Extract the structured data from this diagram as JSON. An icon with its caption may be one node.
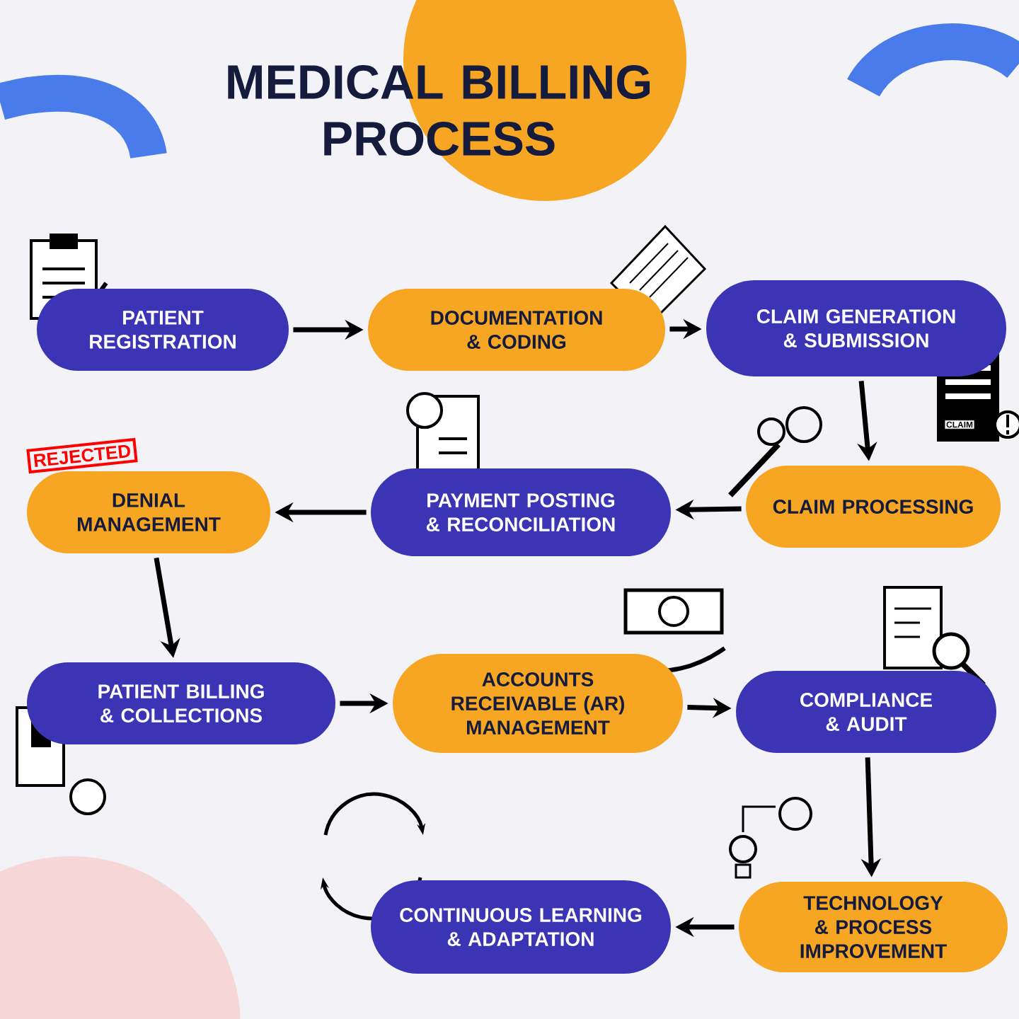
{
  "diagram": {
    "title": "MEDICAL BILLING PROCESS",
    "nodes": [
      {
        "text": [
          "PATIENT REGISTRATION"
        ]
      },
      {
        "text": [
          "DOCUMENTATION & CODING"
        ]
      },
      {
        "text": [
          "CLAIM GENERATION & SUBMISSION"
        ]
      },
      {
        "text": [
          "CLAIM PROCESSING"
        ]
      },
      {
        "text": [
          "PAYMENT POSTING & RECONCILIATION"
        ]
      },
      {
        "text": [
          "DENIAL MANAGEMENT"
        ]
      },
      {
        "text": [
          "PATIENT BILLING & COLLECTIONS"
        ]
      },
      {
        "text": [
          "ACCOUNTS RECEIVABLE (AR) MANAGEMENT"
        ]
      },
      {
        "text": [
          "COMPLIANCE & AUDIT"
        ]
      },
      {
        "text": [
          "TECHNOLOGY & PROCESS IMPROVEMENT"
        ]
      },
      {
        "text": [
          "CONTINUOUS LEARNING & ADAPTATION"
        ]
      }
    ],
    "edges": [
      {
        "from": 0,
        "to": 1,
        "arrow": "to"
      },
      {
        "from": 1,
        "to": 2,
        "arrow": "to"
      },
      {
        "from": 2,
        "to": 3,
        "arrow": "to"
      },
      {
        "from": 3,
        "to": 4,
        "arrow": "to"
      },
      {
        "from": 4,
        "to": 5,
        "arrow": "to"
      },
      {
        "from": 5,
        "to": 6,
        "arrow": "to"
      },
      {
        "from": 6,
        "to": 7,
        "arrow": "to"
      },
      {
        "from": 7,
        "to": 8,
        "arrow": "to"
      },
      {
        "from": 8,
        "to": 9,
        "arrow": "to"
      },
      {
        "from": 9,
        "to": 10,
        "arrow": "to"
      }
    ],
    "labels": [
      "REJECTED",
      "CLAIM"
    ]
  }
}
